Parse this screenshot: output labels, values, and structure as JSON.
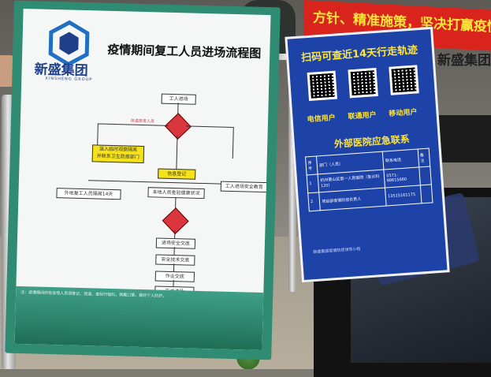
{
  "banner": {
    "text": "方针、精准施策，坚决打赢疫情防控阻击"
  },
  "wall_brand": "新盛集团",
  "left_poster": {
    "logo_name": "新盛集团",
    "logo_sub": "XINSHENG GROUP",
    "title": "疫情期间复工人员进场流程图",
    "flow": {
      "step1": "工人进场",
      "rednote": "体温异常人员",
      "yellow_left": "送入临时观察隔离",
      "yellow_left2": "并联系卫生防疫部门",
      "step2": "信息登记",
      "branch_left": "外地复工人员隔离14天",
      "branch_mid": "本地人员查验健康状况",
      "branch_right": "工人进场安全教育",
      "step3": "进场安全交底",
      "step4": "安全技术交底",
      "step5": "作业交底",
      "step6": "正式进场"
    },
    "bottom_note": "注：疫情期间所有进场人员须登记、测温、查验行程码，佩戴口罩，做好个人防护。"
  },
  "right_poster": {
    "scan_title": "扫码可查近14天行走轨迹",
    "qr_labels": [
      "电信用户",
      "联通用户",
      "移动用户"
    ],
    "contact_title": "外部医院应急联系",
    "table": {
      "headers": [
        "序号",
        "部门（人员）",
        "联系电话",
        "备注"
      ],
      "rows": [
        [
          "1",
          "杭州萧山区第一人民医院（急诊科120）",
          "0571-88615660",
          ""
        ],
        [
          "2",
          "项目部疫情防控负责人",
          "13515161175",
          ""
        ]
      ]
    },
    "footer": "新盛集团疫情防控领导小组"
  },
  "colors": {
    "poster_green": "#2f8c73",
    "poster_blue": "#1e43a8",
    "banner_red": "#d8241d",
    "accent_yellow": "#ffe53a"
  }
}
